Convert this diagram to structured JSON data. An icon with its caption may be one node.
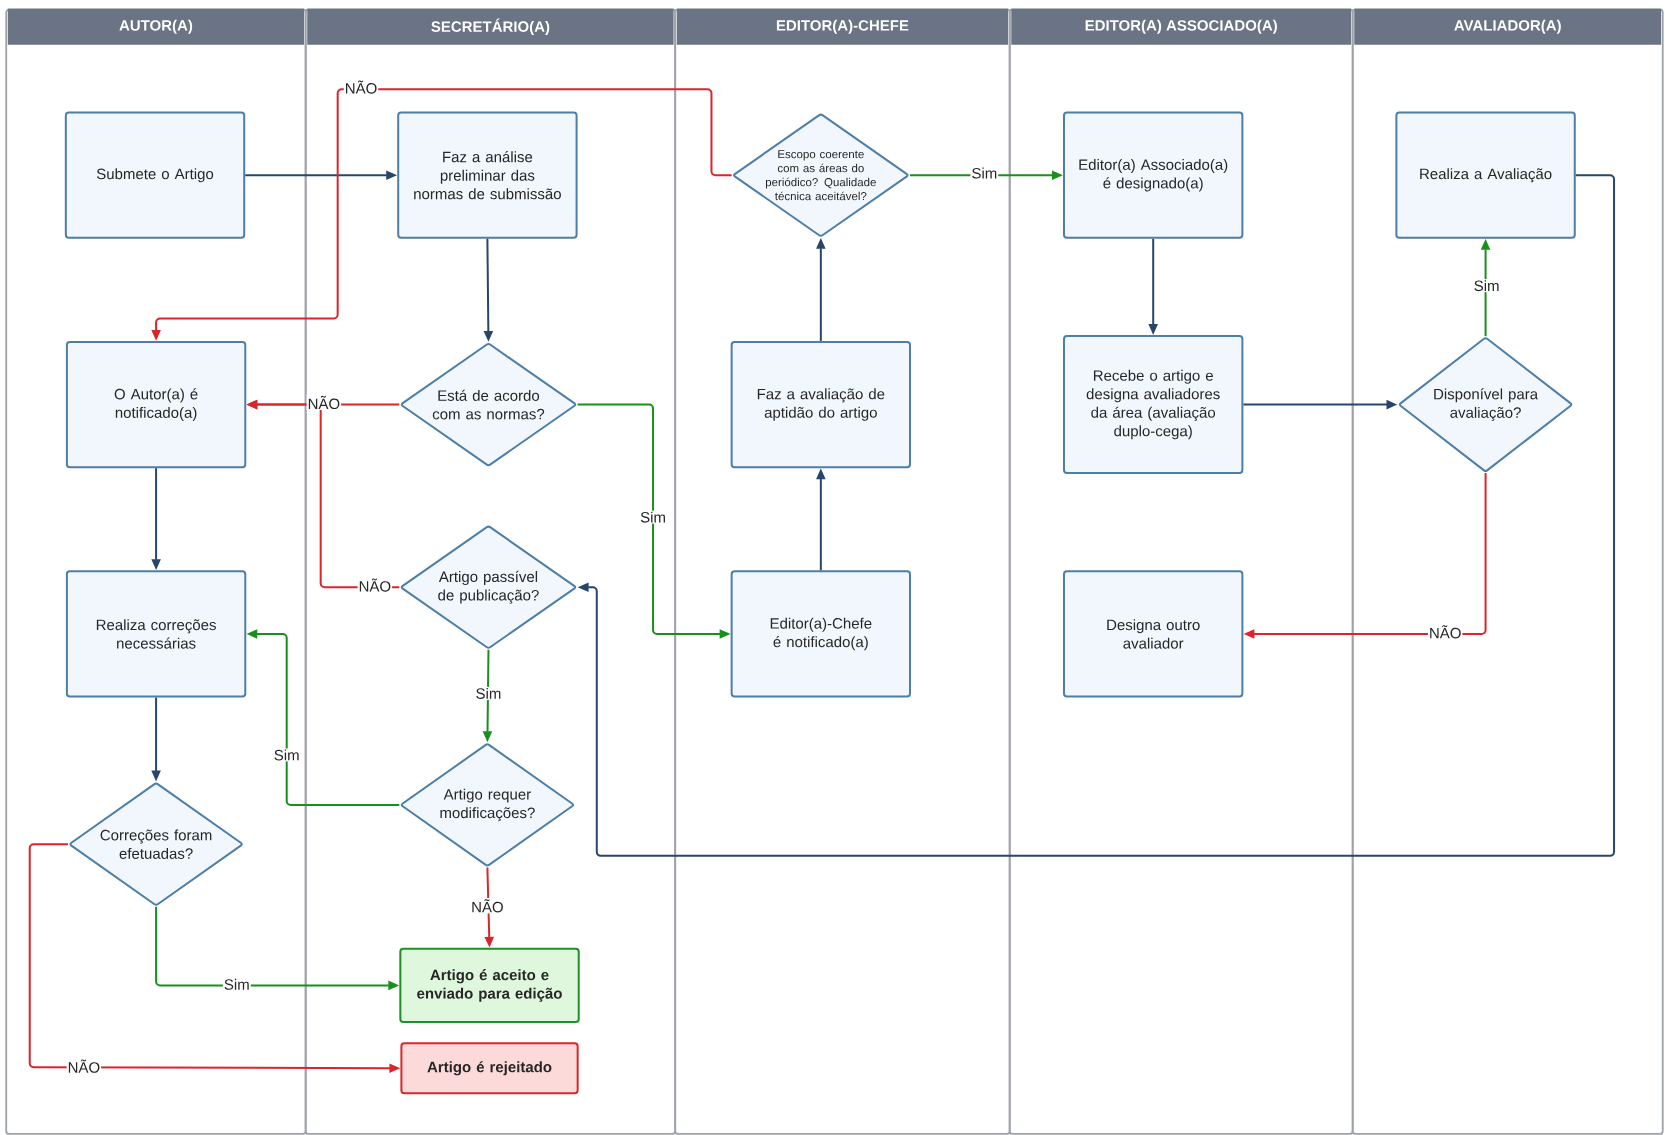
{
  "diagram": {
    "nodes": [
      {
        "text": [
          "AUTOR(A)"
        ]
      },
      {
        "text": [
          "SECRETÁRIO(A)"
        ]
      },
      {
        "text": [
          "EDITOR(A)-CHEFE"
        ]
      },
      {
        "text": [
          "EDITOR(A) ASSOCIADO(A)"
        ]
      },
      {
        "text": [
          "AVALIADOR(A)"
        ]
      },
      {
        "text": [
          "Submete o Artigo"
        ],
        "in": 0
      },
      {
        "text": [
          "Faz a análise preliminar das normas de submissão"
        ],
        "in": 1
      },
      {
        "text": [
          "Escopo coerente com as áreas do periódico? Qualidade técnica aceitável?"
        ],
        "in": 2
      },
      {
        "text": [
          "Editor(a) Associado(a) é designado(a)"
        ],
        "in": 3
      },
      {
        "text": [
          "Realiza a Avaliação"
        ],
        "in": 4
      },
      {
        "text": [
          "O Autor(a) é notificado(a)"
        ],
        "in": 0
      },
      {
        "text": [
          "Está de acordo com as normas?"
        ],
        "in": 1
      },
      {
        "text": [
          "Faz a avaliação de aptidão do artigo"
        ],
        "in": 2
      },
      {
        "text": [
          "Recebe o artigo e designa avaliadores da área (avaliação duplo-cega)"
        ],
        "in": 3
      },
      {
        "text": [
          "Disponível para avaliação?"
        ],
        "in": 4
      },
      {
        "text": [
          "Realiza correções necessárias"
        ],
        "in": 0
      },
      {
        "text": [
          "Artigo passível de publicação?"
        ],
        "in": 1
      },
      {
        "text": [
          "Editor(a)-Chefe é notificado(a)"
        ],
        "in": 2
      },
      {
        "text": [
          "Designa outro avaliador"
        ],
        "in": 3
      },
      {
        "text": [
          "Artigo requer modificações?"
        ],
        "in": 1
      },
      {
        "text": [
          "Correções foram efetuadas?"
        ],
        "in": 0
      },
      {
        "text": [
          "Artigo é aceito e enviado para edição"
        ],
        "in": 1
      },
      {
        "text": [
          "Artigo é rejeitado"
        ],
        "in": 1
      }
    ],
    "edges": [
      {
        "from": 5,
        "to": 6,
        "arrow": "to"
      },
      {
        "from": 6,
        "to": 11,
        "arrow": "to"
      },
      {
        "from": 11,
        "to": 10,
        "arrow": "to",
        "label": "NÃO",
        "color": "#d9262b"
      },
      {
        "from": 11,
        "to": 17,
        "arrow": "to",
        "label": "Sim",
        "color": "#17901c"
      },
      {
        "from": 7,
        "to": 10,
        "arrow": "to",
        "label": "NÃO",
        "color": "#d9262b"
      },
      {
        "from": 7,
        "to": 8,
        "arrow": "to",
        "label": "Sim",
        "color": "#17901c"
      },
      {
        "from": 17,
        "to": 12,
        "arrow": "to"
      },
      {
        "from": 12,
        "to": 7,
        "arrow": "to"
      },
      {
        "from": 8,
        "to": 13,
        "arrow": "to"
      },
      {
        "from": 13,
        "to": 14,
        "arrow": "to"
      },
      {
        "from": 14,
        "to": 9,
        "arrow": "to",
        "label": "Sim",
        "color": "#17901c"
      },
      {
        "from": 14,
        "to": 18,
        "arrow": "to",
        "label": "NÃO",
        "color": "#d9262b"
      },
      {
        "from": 9,
        "to": 16,
        "arrow": "to"
      },
      {
        "from": 16,
        "to": 10,
        "arrow": "to",
        "label": "NÃO",
        "color": "#d9262b"
      },
      {
        "from": 16,
        "to": 19,
        "arrow": "to",
        "label": "Sim",
        "color": "#17901c"
      },
      {
        "from": 19,
        "to": 15,
        "arrow": "to",
        "label": "Sim",
        "color": "#17901c"
      },
      {
        "from": 19,
        "to": 21,
        "arrow": "to",
        "label": "NÃO",
        "color": "#d9262b"
      },
      {
        "from": 10,
        "to": 15,
        "arrow": "to"
      },
      {
        "from": 15,
        "to": 20,
        "arrow": "to"
      },
      {
        "from": 20,
        "to": 21,
        "arrow": "to",
        "label": "Sim",
        "color": "#17901c"
      },
      {
        "from": 20,
        "to": 22,
        "arrow": "to",
        "label": "NÃO",
        "color": "#d9262b"
      }
    ]
  }
}
